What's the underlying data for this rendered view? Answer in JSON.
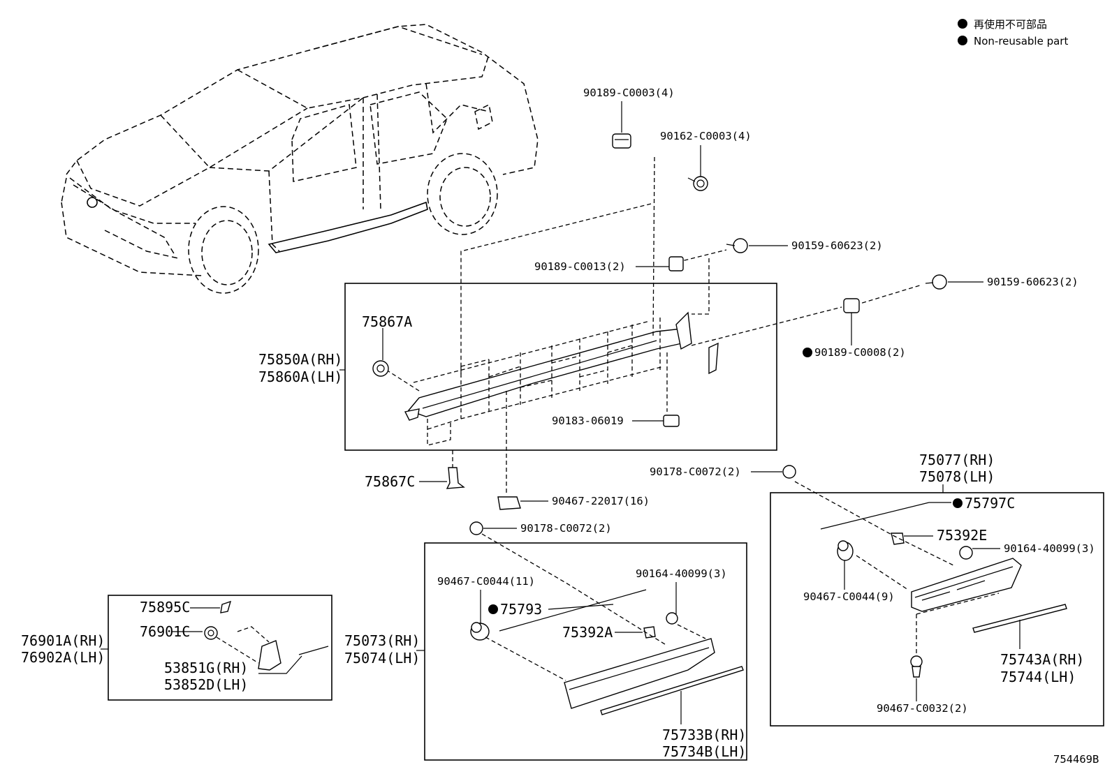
{
  "legend": {
    "jp": "再使用不可部品",
    "en": "Non-reusable part"
  },
  "figure_code": "754469B",
  "labels": {
    "p90189_C0003": "90189-C0003(4)",
    "p90162_C0003": "90162-C0003(4)",
    "p90159_60623_a": "90159-60623(2)",
    "p90189_C0013": "90189-C0013(2)",
    "p90159_60623_b": "90159-60623(2)",
    "p90189_C0008": "90189-C0008(2)",
    "p75867A": "75867A",
    "p75850A": "75850A(RH)",
    "p75860A": "75860A(LH)",
    "p90183_06019": "90183-06019",
    "p75867C": "75867C",
    "p90467_22017": "90467-22017(16)",
    "p90178_C0072_a": "90178-C0072(2)",
    "p90178_C0072_b": "90178-C0072(2)",
    "p75077": "75077(RH)",
    "p75078": "75078(LH)",
    "p75797C": "75797C",
    "p75392E": "75392E",
    "p90164_40099_a": "90164-40099(3)",
    "p90467_C0044_9": "90467-C0044(9)",
    "p90467_C0032": "90467-C0032(2)",
    "p75743A": "75743A(RH)",
    "p75744": "75744(LH)",
    "p90467_C0044_11": "90467-C0044(11)",
    "p90164_40099_b": "90164-40099(3)",
    "p75793": "75793",
    "p75392A": "75392A",
    "p75073": "75073(RH)",
    "p75074": "75074(LH)",
    "p75733B": "75733B(RH)",
    "p75734B": "75734B(LH)",
    "p75895C": "75895C",
    "p76901C": "76901C",
    "p76901A": "76901A(RH)",
    "p76902A": "76902A(LH)",
    "p53851G": "53851G(RH)",
    "p53852D": "53852D(LH)"
  }
}
